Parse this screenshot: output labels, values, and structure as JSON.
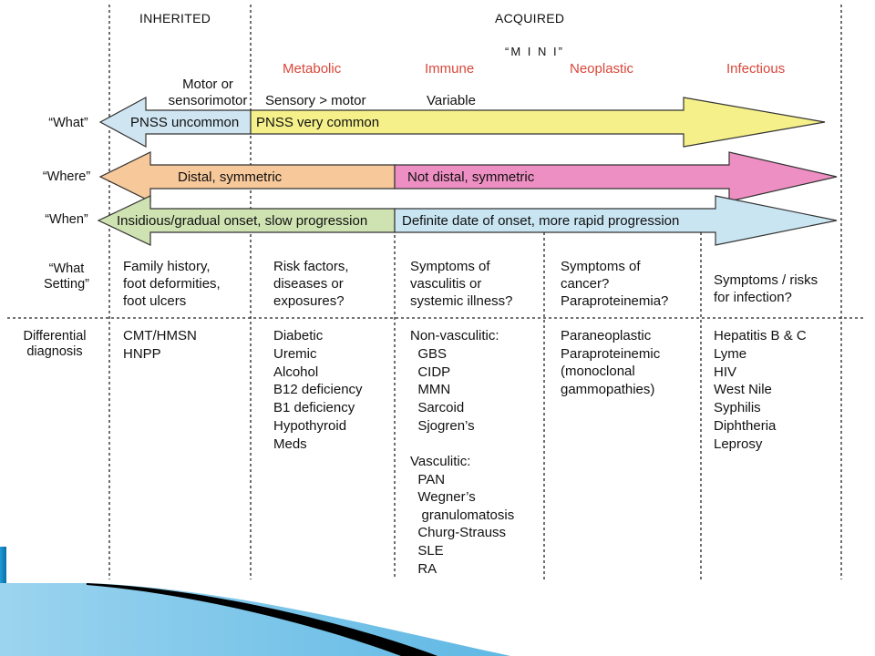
{
  "header": {
    "inherited": "INHERITED",
    "acquired": "ACQUIRED",
    "mini": "“M I N I”"
  },
  "categories": {
    "metabolic": "Metabolic",
    "immune": "Immune",
    "neoplastic": "Neoplastic",
    "infectious": "Infectious"
  },
  "row_labels": {
    "what": "“What”",
    "where": "“Where”",
    "when": "“When”",
    "what_setting": "“What\nSetting”",
    "differential": "Differential\ndiagnosis"
  },
  "what_row": {
    "motor_label": "Motor or\nsensorimotor",
    "sensory_label": "Sensory > motor",
    "variable_label": "Variable",
    "left_text": "PNSS uncommon",
    "right_text": "PNSS very common"
  },
  "where_row": {
    "left_text": "Distal, symmetric",
    "right_text": "Not distal, symmetric"
  },
  "when_row": {
    "left_text": "Insidious/gradual onset, slow progression",
    "right_text": "Definite date of onset, more rapid progression"
  },
  "setting": {
    "inherited": "Family history,\nfoot deformities,\nfoot ulcers",
    "metabolic": "Risk factors,\ndiseases or\nexposures?",
    "immune": "Symptoms of\nvasculitis or\nsystemic illness?",
    "neoplastic": "Symptoms of\ncancer?\nParaproteinemia?",
    "infectious": "Symptoms / risks\nfor infection?"
  },
  "diagnosis": {
    "inherited": "CMT/HMSN\nHNPP",
    "metabolic": "Diabetic\nUremic\nAlcohol\nB12 deficiency\nB1 deficiency\nHypothyroid\nMeds",
    "immune_nonvasc": "Non-vasculitic:\n  GBS\n  CIDP\n  MMN\n  Sarcoid\n  Sjogren’s",
    "immune_vasc": "Vasculitic:\n  PAN\n  Wegner’s\n   granulomatosis\n  Churg-Strauss\n  SLE\n  RA",
    "neoplastic": "Paraneoplastic\nParaproteinemic\n(monoclonal\ngammopathies)",
    "infectious": "Hepatitis B & C\nLyme\nHIV\nWest Nile\nSyphilis\nDiphtheria\nLeprosy"
  },
  "colors": {
    "what_left": "#cfe5f1",
    "what_right": "#f5f08a",
    "where_left": "#f7c89a",
    "where_right": "#ee8fc3",
    "when_left": "#cfe3b2",
    "when_right": "#c9e5f2",
    "category_red": "#d9473a"
  }
}
